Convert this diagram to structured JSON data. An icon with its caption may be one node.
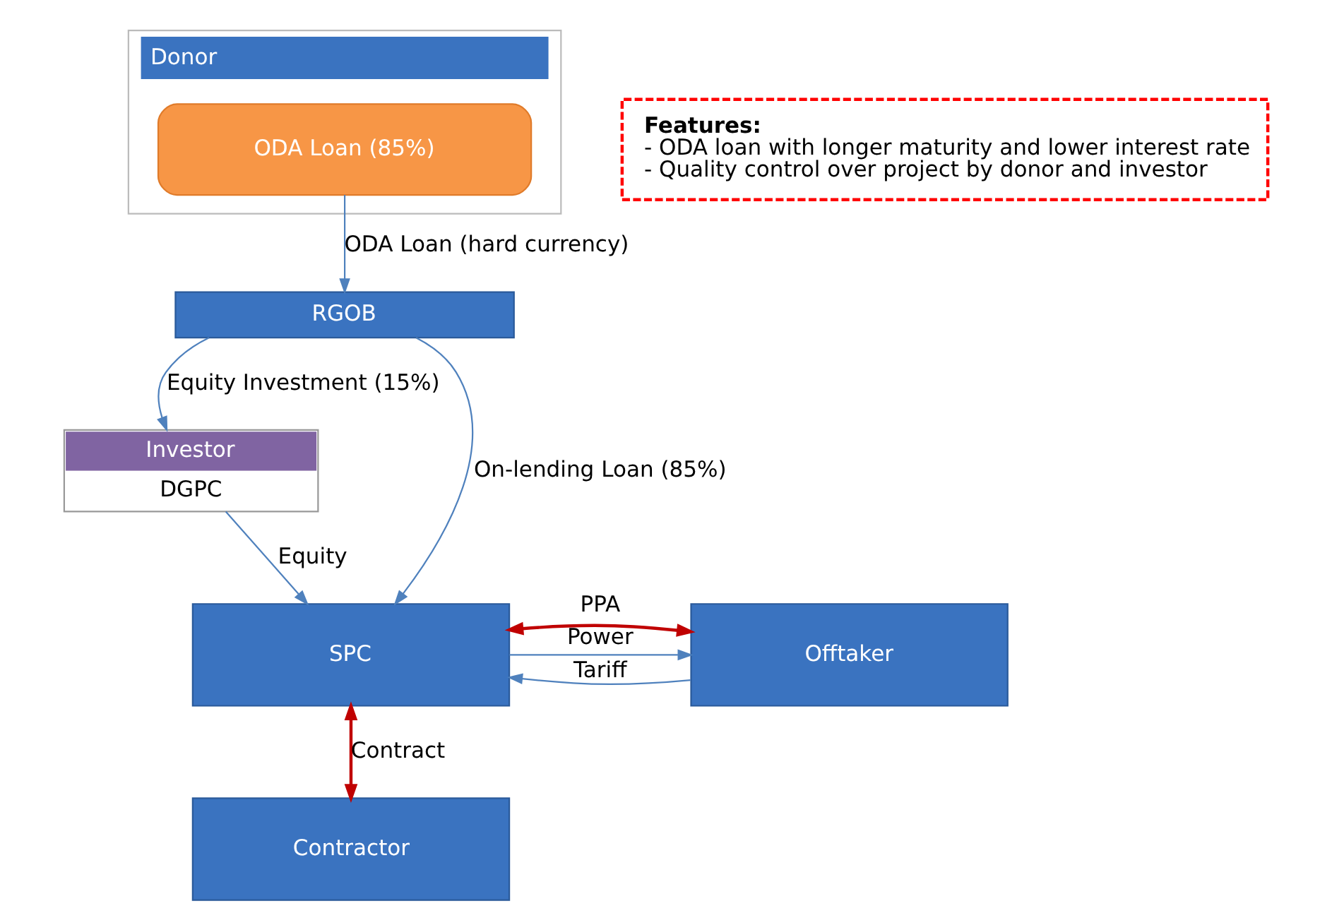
{
  "diagram": {
    "nodes": [
      {
        "text": [
          "Donor"
        ]
      },
      {
        "text": [
          "ODA Loan (85%)"
        ],
        "in": 0
      },
      {
        "text": [
          "RGOB"
        ]
      },
      {
        "text": [
          "Investor",
          "DGPC"
        ]
      },
      {
        "text": [
          "SPC"
        ]
      },
      {
        "text": [
          "Offtaker"
        ]
      },
      {
        "text": [
          "Contractor"
        ]
      },
      {
        "text": [
          "Features:",
          "- ODA loan with longer maturity and lower interest rate",
          "- Quality control over project by donor and investor"
        ]
      }
    ],
    "edges": [
      {
        "from": 1,
        "to": 2,
        "arrow": "to",
        "label": "ODA Loan (hard currency)"
      },
      {
        "from": 2,
        "to": 3,
        "arrow": "to",
        "label": "Equity Investment (15%)"
      },
      {
        "from": 2,
        "to": 4,
        "arrow": "to",
        "label": "On-lending Loan (85%)"
      },
      {
        "from": 3,
        "to": 4,
        "arrow": "to",
        "label": "Equity"
      },
      {
        "from": 4,
        "to": 5,
        "arrow": "to",
        "label": "Power"
      },
      {
        "from": 5,
        "to": 4,
        "arrow": "to",
        "label": "Tariff"
      },
      {
        "from": 4,
        "to": 5,
        "arrow": "both",
        "label": "PPA",
        "color": "#c00000"
      },
      {
        "from": 4,
        "to": 6,
        "arrow": "both",
        "label": "Contract",
        "color": "#c00000"
      }
    ]
  }
}
